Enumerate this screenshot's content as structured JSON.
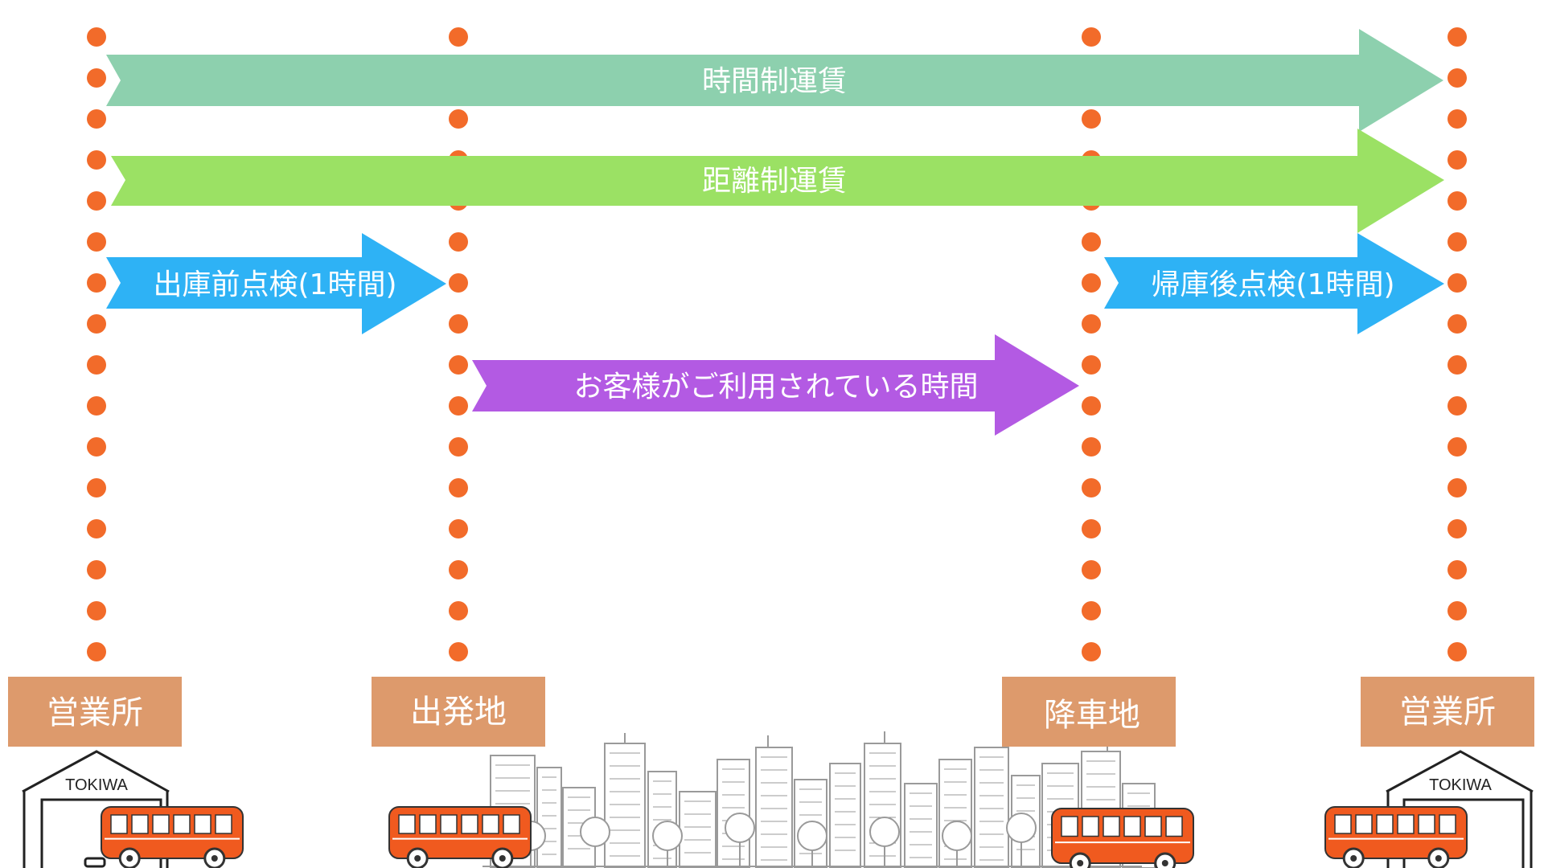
{
  "colors": {
    "dot": "#f26b2a",
    "label_box": "#dd9a6c",
    "arrow_time": "#8dd0ae",
    "arrow_distance": "#9be164",
    "arrow_check": "#2eb2f5",
    "arrow_use": "#b35ae3",
    "bus": "#f05a1f"
  },
  "arrows": {
    "time_fare": "時間制運賃",
    "distance_fare": "距離制運賃",
    "pre_departure_check": "出庫前点検(1時間)",
    "return_check": "帰庫後点検(1時間)",
    "customer_usage": "お客様がご利用されている時間"
  },
  "locations": {
    "office_start": "営業所",
    "departure": "出発地",
    "dropoff": "降車地",
    "office_end": "営業所"
  },
  "garage_sign": "TOKIWA"
}
